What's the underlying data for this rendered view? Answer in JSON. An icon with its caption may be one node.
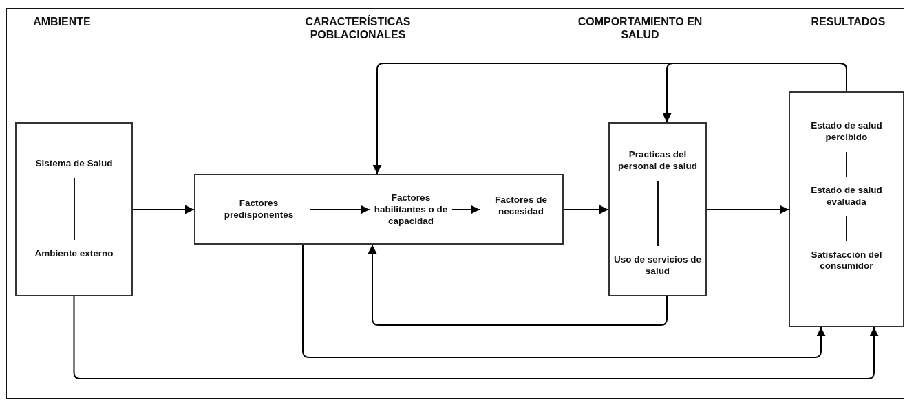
{
  "diagram": {
    "nodes": [
      {
        "text": [
          "Sistema de Salud",
          "Ambiente externo"
        ]
      },
      {
        "text": [],
        "shape": "box"
      },
      {
        "text": [
          "Factores predisponentes"
        ],
        "in": 1
      },
      {
        "text": [
          "Factores habilitantes o de capacidad"
        ],
        "in": 1
      },
      {
        "text": [
          "Factores de necesidad"
        ],
        "in": 1
      },
      {
        "text": [
          "Practicas del personal de salud",
          "Uso de servicios de salud"
        ]
      },
      {
        "text": [
          "Estado de salud percibido",
          "Estado de salud evaluada",
          "Satisfacción del consumidor"
        ]
      }
    ],
    "edges": [
      {
        "from": 0,
        "to": 1,
        "arrow": "to"
      },
      {
        "from": 2,
        "to": 3,
        "arrow": "to"
      },
      {
        "from": 3,
        "to": 4,
        "arrow": "to"
      },
      {
        "from": 1,
        "to": 5,
        "arrow": "to"
      },
      {
        "from": 5,
        "to": 6,
        "arrow": "to"
      },
      {
        "from": 6,
        "to": 1,
        "arrow": "to"
      },
      {
        "from": 6,
        "to": 5,
        "arrow": "to"
      },
      {
        "from": 5,
        "to": 1,
        "arrow": "to"
      },
      {
        "from": 1,
        "to": 6,
        "arrow": "to"
      },
      {
        "from": 0,
        "to": 6,
        "arrow": "to"
      }
    ],
    "labels": [
      "AMBIENTE",
      "CARACTERÍSTICAS POBLACIONALES",
      "COMPORTAMIENTO EN SALUD",
      "RESULTADOS"
    ]
  }
}
